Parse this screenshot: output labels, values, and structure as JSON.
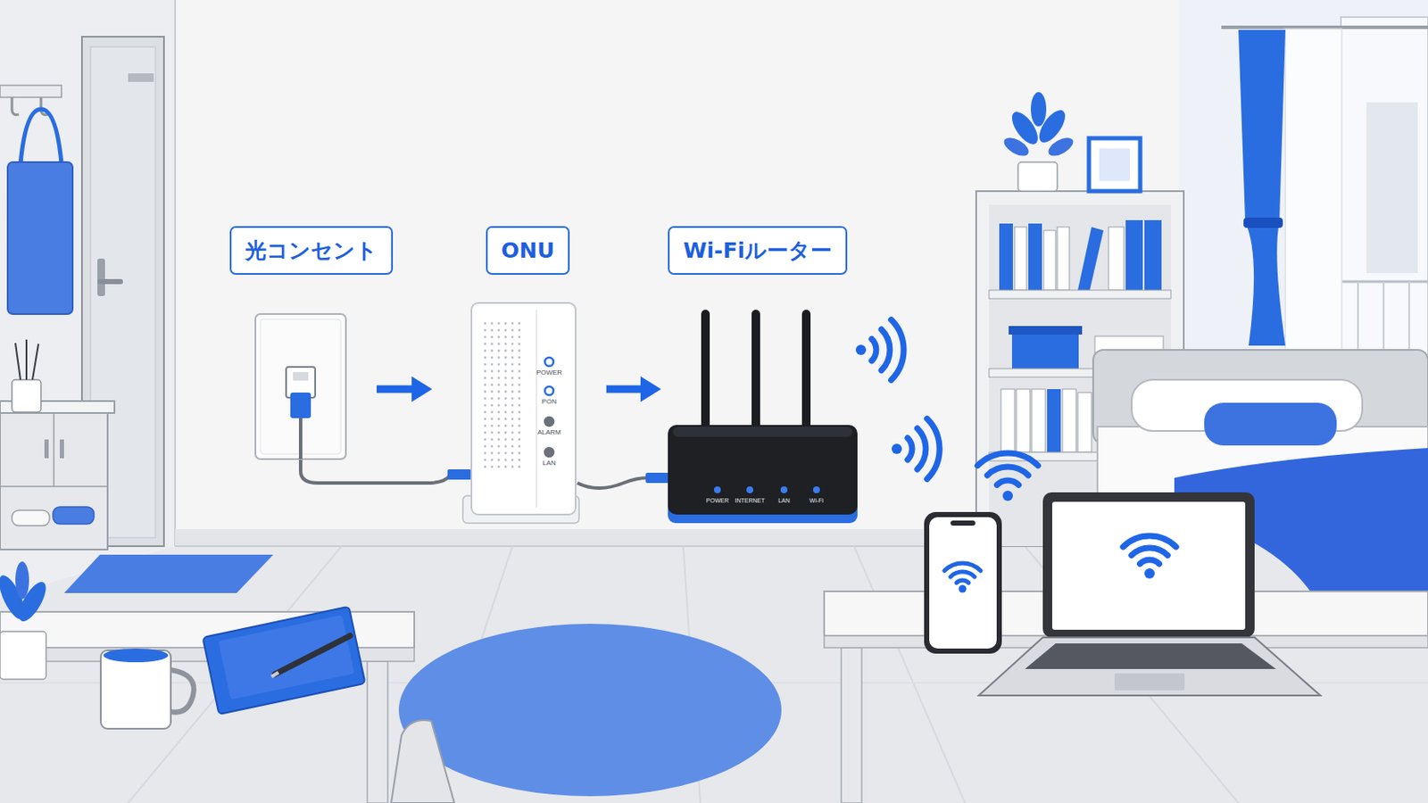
{
  "diagram": {
    "nodes": [
      {
        "text": [
          "光コンセント"
        ]
      },
      {
        "text": [
          "ONU",
          "POWER",
          "PON",
          "ALARM",
          "LAN"
        ]
      },
      {
        "text": [
          "Wi-Fiルーター",
          "POWER",
          "INTERNET",
          "LAN",
          "Wi-Fi"
        ]
      }
    ],
    "edges": [
      {
        "from": 0,
        "to": 1,
        "arrow": "to"
      },
      {
        "from": 1,
        "to": 2,
        "arrow": "to"
      }
    ]
  }
}
